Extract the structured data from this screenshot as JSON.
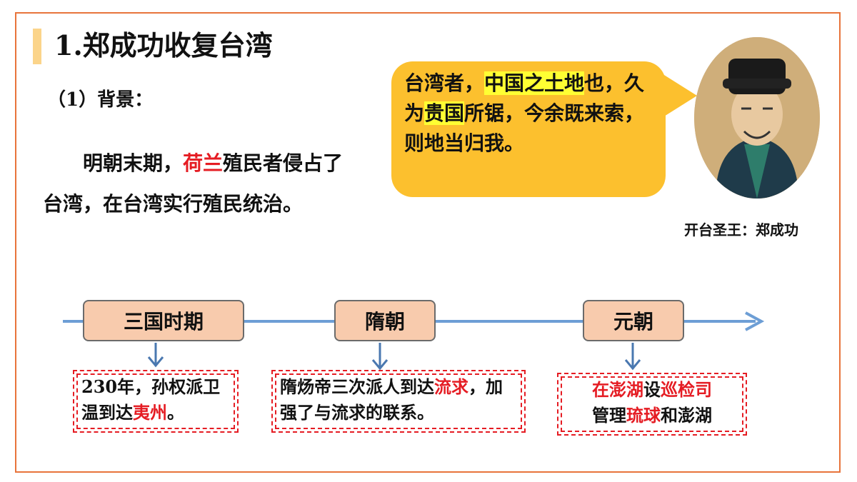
{
  "title": "1.郑成功收复台湾",
  "section": {
    "heading": "（1）背景：",
    "para": {
      "p1": "明朝末期，",
      "p2": "荷兰",
      "p3": "殖民者侵占了台湾，在台湾实行殖民统治。"
    }
  },
  "quote": {
    "q1": "台湾者，",
    "q2": "中国之土地",
    "q3": "也，久为",
    "q4": "贵国",
    "q5": "所锯，",
    "q6": "今余既来索，则地当归我。"
  },
  "portrait_caption": "开台圣王：郑成功",
  "timeline": {
    "periods": [
      "三国时期",
      "隋朝",
      "元朝"
    ],
    "notes": [
      {
        "a": "230年，孙权派卫温到达",
        "b": "夷州",
        "c": "。"
      },
      {
        "a": "隋炀帝三次派人到达",
        "b": "流求",
        "c": "，加强了与流求的联系。"
      },
      {
        "a": "在澎湖",
        "b": "设",
        "c": "巡检司",
        "d": "管理",
        "e": "琉球",
        "f": "和澎湖"
      }
    ]
  },
  "colors": {
    "accent": "#e51c23",
    "bubble": "#fcc02e",
    "period_fill": "#f8cbad",
    "arrow": "#6d9ed5",
    "frame": "#e8743b"
  }
}
